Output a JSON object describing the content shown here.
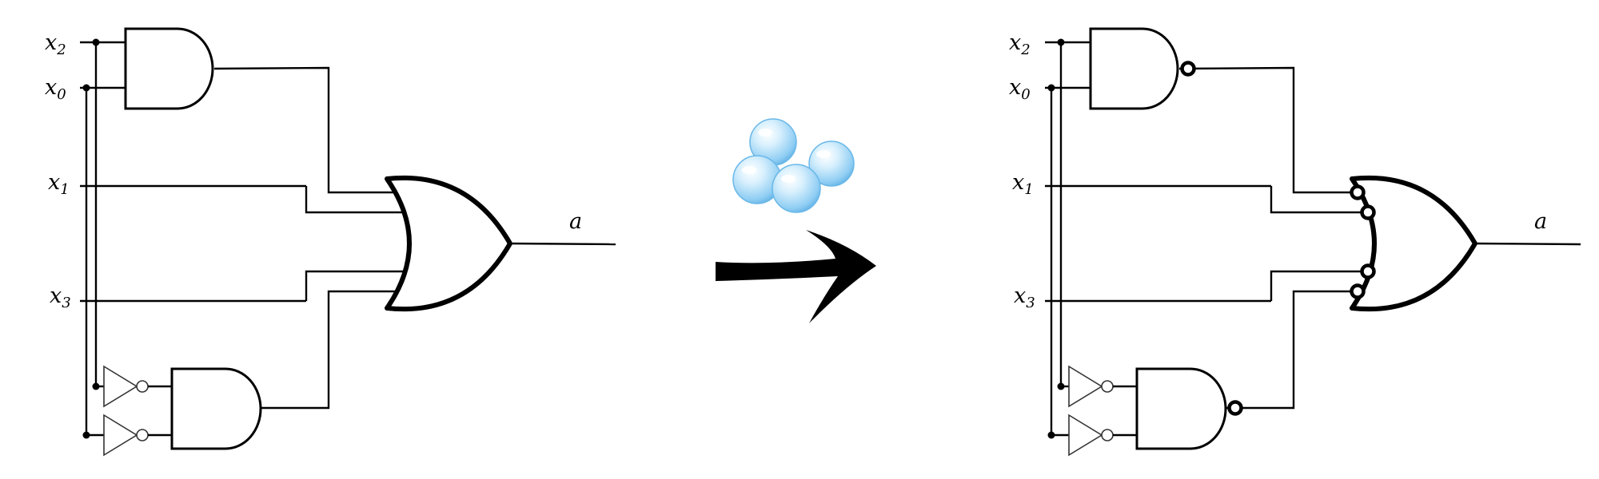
{
  "inputs": [
    {
      "var": "x",
      "sub": "2"
    },
    {
      "var": "x",
      "sub": "0"
    },
    {
      "var": "x",
      "sub": "1"
    },
    {
      "var": "x",
      "sub": "3"
    }
  ],
  "output": {
    "var": "a"
  },
  "icons": {
    "bubbles": "bubbles-icon",
    "arrow": "transform-arrow-icon"
  },
  "colors": {
    "line": "#000000",
    "bubble_fill": "#9fd6f7",
    "bubble_edge": "#5fb1e6"
  }
}
